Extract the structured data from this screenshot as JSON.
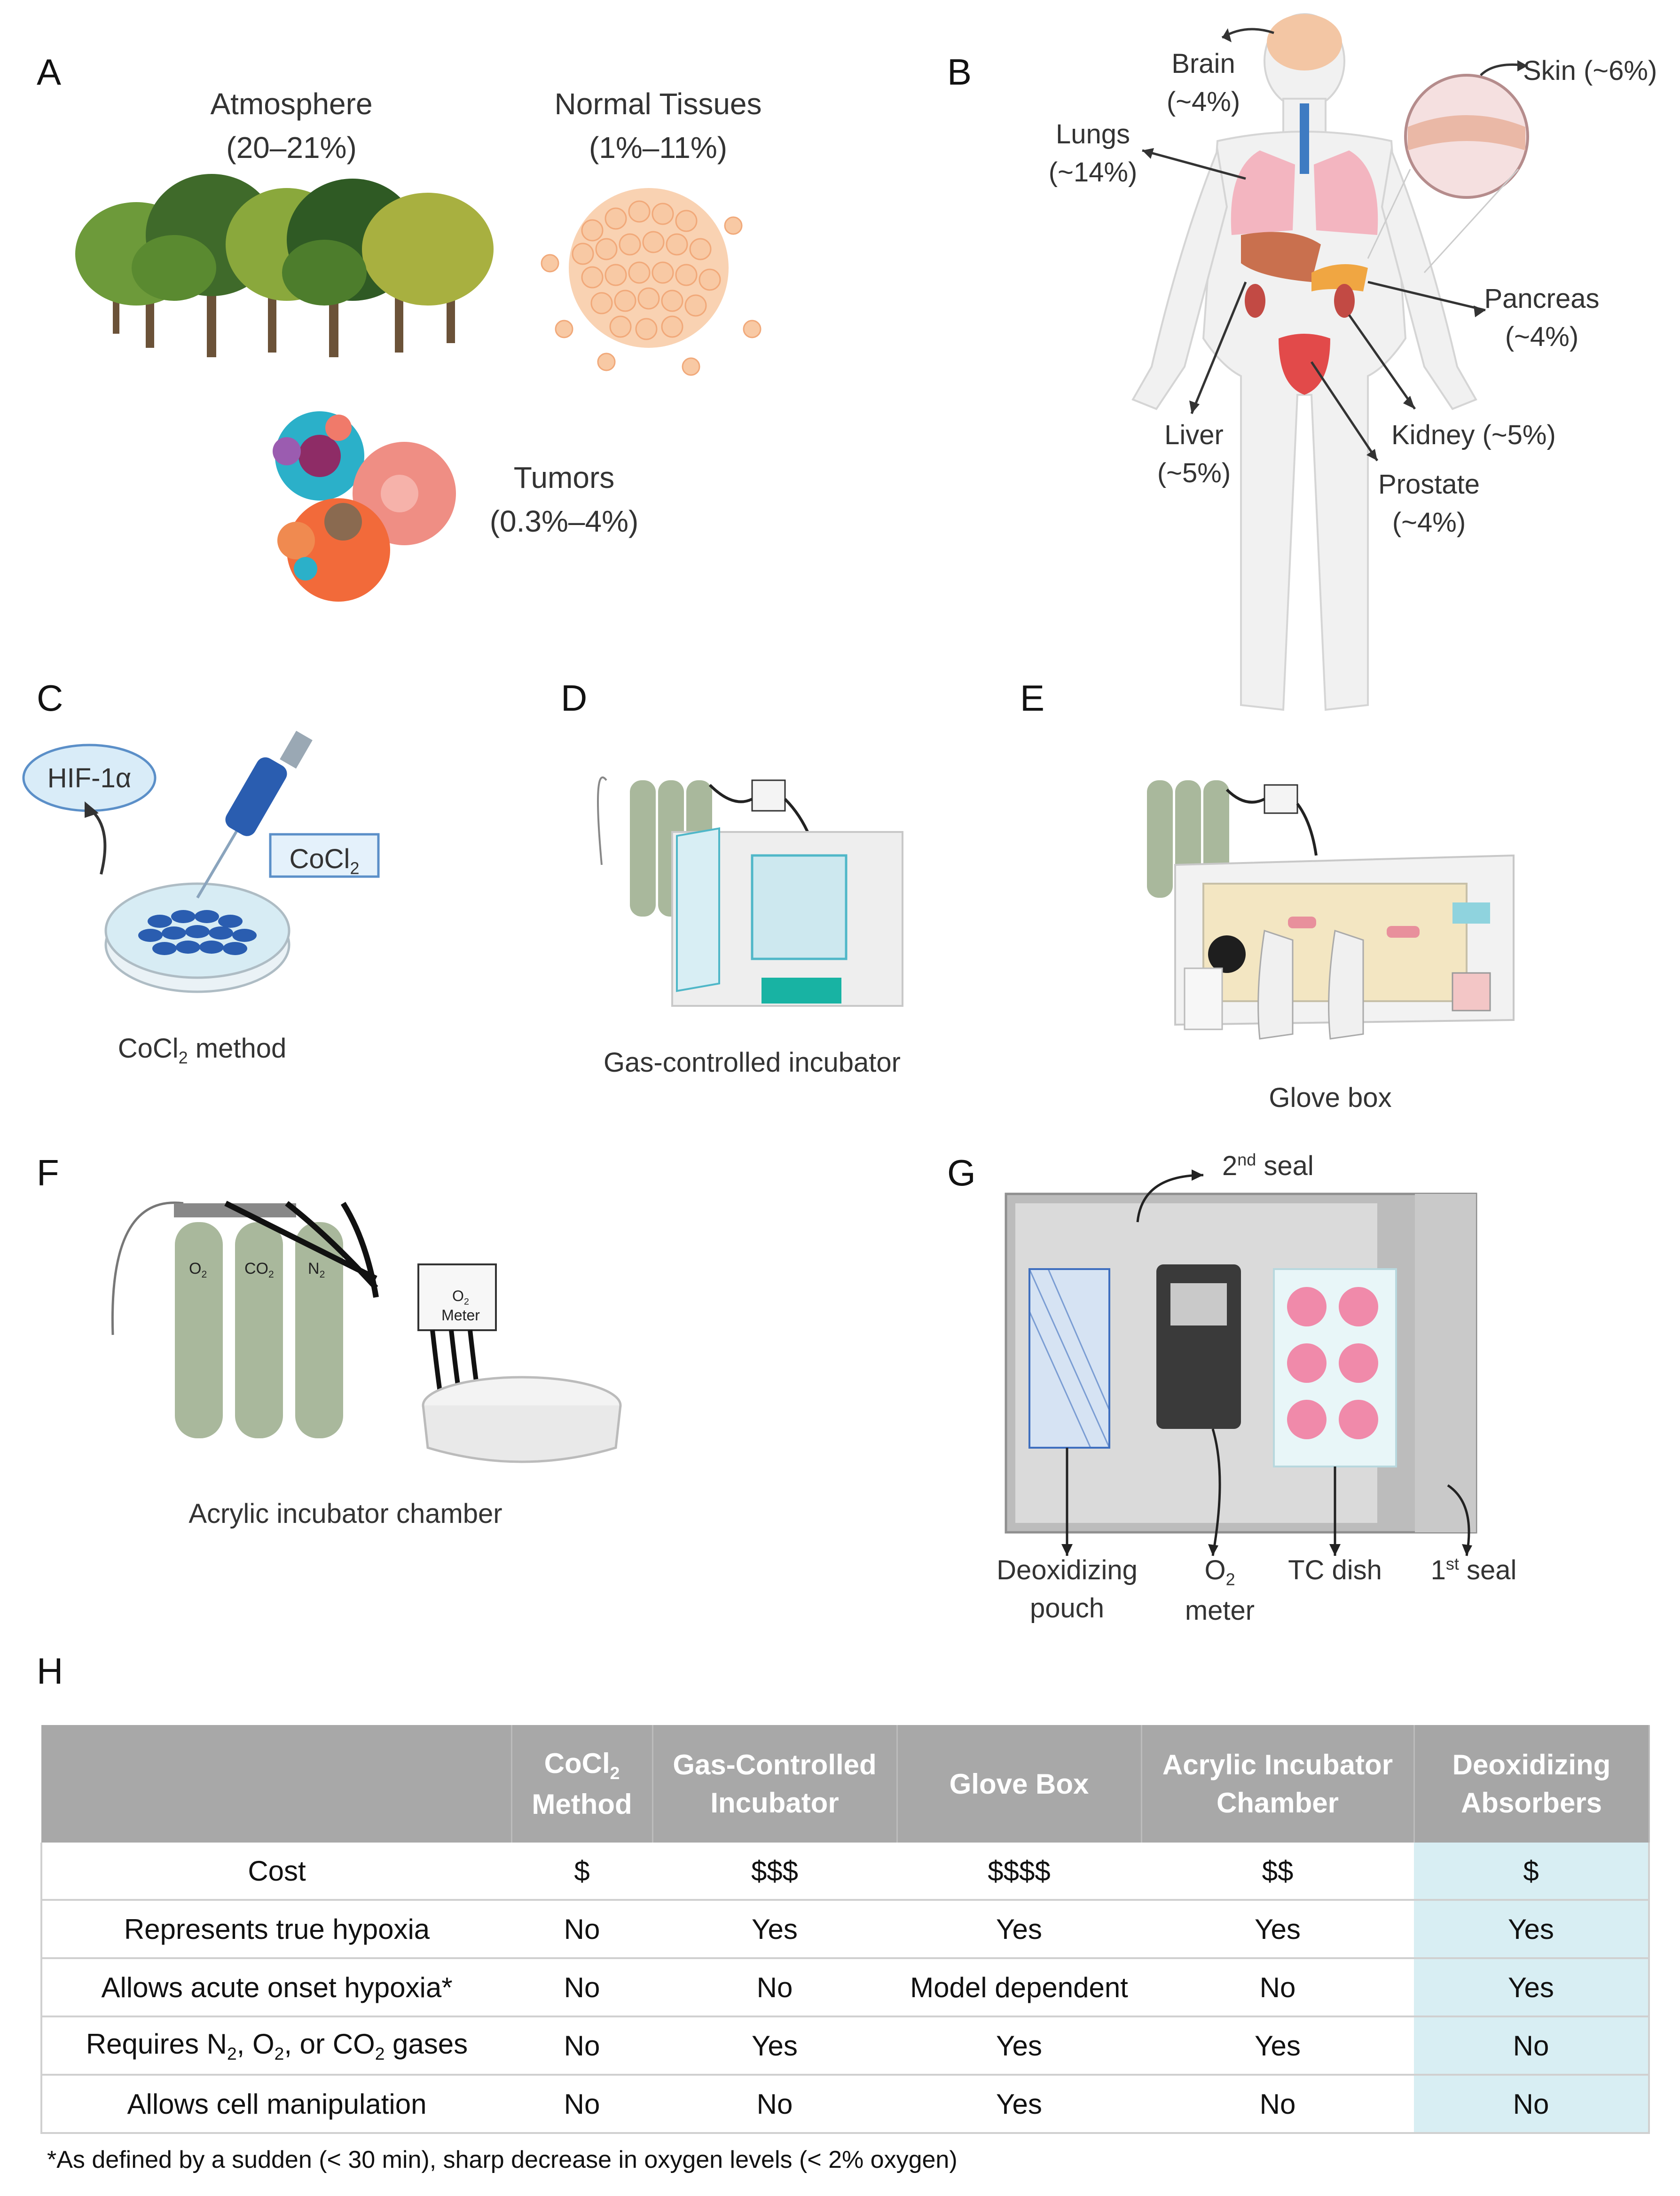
{
  "panels": {
    "A": {
      "label": "A",
      "atmosphere": "Atmosphere",
      "atmosphere_val": "(20–21%)",
      "normal": "Normal Tissues",
      "normal_val": "(1%–11%)",
      "tumors": "Tumors",
      "tumors_val": "(0.3%–4%)"
    },
    "B": {
      "label": "B",
      "brain": "Brain",
      "brain_val": "(~4%)",
      "skin": "Skin (~6%)",
      "lungs": "Lungs",
      "lungs_val": "(~14%)",
      "pancreas": "Pancreas",
      "pancreas_val": "(~4%)",
      "liver": "Liver",
      "liver_val": "(~5%)",
      "kidney": "Kidney (~5%)",
      "prostate": "Prostate",
      "prostate_val": "(~4%)"
    },
    "C": {
      "label": "C",
      "hif": "HIF-1α",
      "cocl2_tag": "CoCl",
      "cocl2_tag_sub": "2",
      "caption_pre": "CoCl",
      "caption_sub": "2",
      "caption_post": " method"
    },
    "D": {
      "label": "D",
      "caption": "Gas-controlled incubator"
    },
    "E": {
      "label": "E",
      "caption": "Glove box"
    },
    "F": {
      "label": "F",
      "o2": "O",
      "o2_sub": "2",
      "co2": "CO",
      "co2_sub": "2",
      "n2": "N",
      "n2_sub": "2",
      "meter_o": "O",
      "meter_sub": "2",
      "meter": "Meter",
      "caption": "Acrylic incubator chamber"
    },
    "G": {
      "label": "G",
      "seal2_num": "2",
      "seal2_sup": "nd",
      "seal2": " seal",
      "deox1": "Deoxidizing",
      "deox2": "pouch",
      "o2": "O",
      "o2_sub": "2",
      "meter": "meter",
      "tc": "TC dish",
      "seal1_num": "1",
      "seal1_sup": "st",
      "seal1": " seal"
    },
    "H": {
      "label": "H"
    }
  },
  "table": {
    "headers": [
      {
        "pre": "CoCl",
        "sub": "2",
        "post": " Method"
      },
      {
        "text": "Gas-Controlled Incubator"
      },
      {
        "text": "Glove Box"
      },
      {
        "text": "Acrylic Incubator Chamber"
      },
      {
        "text": "Deoxidizing Absorbers"
      }
    ],
    "rows": [
      {
        "label": "Cost",
        "values": [
          "$",
          "$$$",
          "$$$$",
          "$$",
          "$"
        ]
      },
      {
        "label": "Represents true hypoxia",
        "values": [
          "No",
          "Yes",
          "Yes",
          "Yes",
          "Yes"
        ]
      },
      {
        "label": "Allows acute onset hypoxia*",
        "values": [
          "No",
          "No",
          "Model dependent",
          "No",
          "Yes"
        ]
      },
      {
        "label_parts": [
          "Requires N",
          "2",
          ", O",
          "2",
          ", or CO",
          "2",
          " gases"
        ],
        "values": [
          "No",
          "Yes",
          "Yes",
          "Yes",
          "No"
        ]
      },
      {
        "label": "Allows cell manipulation",
        "values": [
          "No",
          "No",
          "Yes",
          "No",
          "No"
        ]
      }
    ],
    "footnote": "*As defined by a sudden (< 30 min), sharp decrease in oxygen levels (< 2% oxygen)"
  },
  "colors": {
    "header_bg": "#a8a8a8",
    "highlight_col": "#d8eef3",
    "tank": "#a9b89c",
    "dish_blue": "#2a5db0",
    "tissue": "#f6c6a0"
  }
}
